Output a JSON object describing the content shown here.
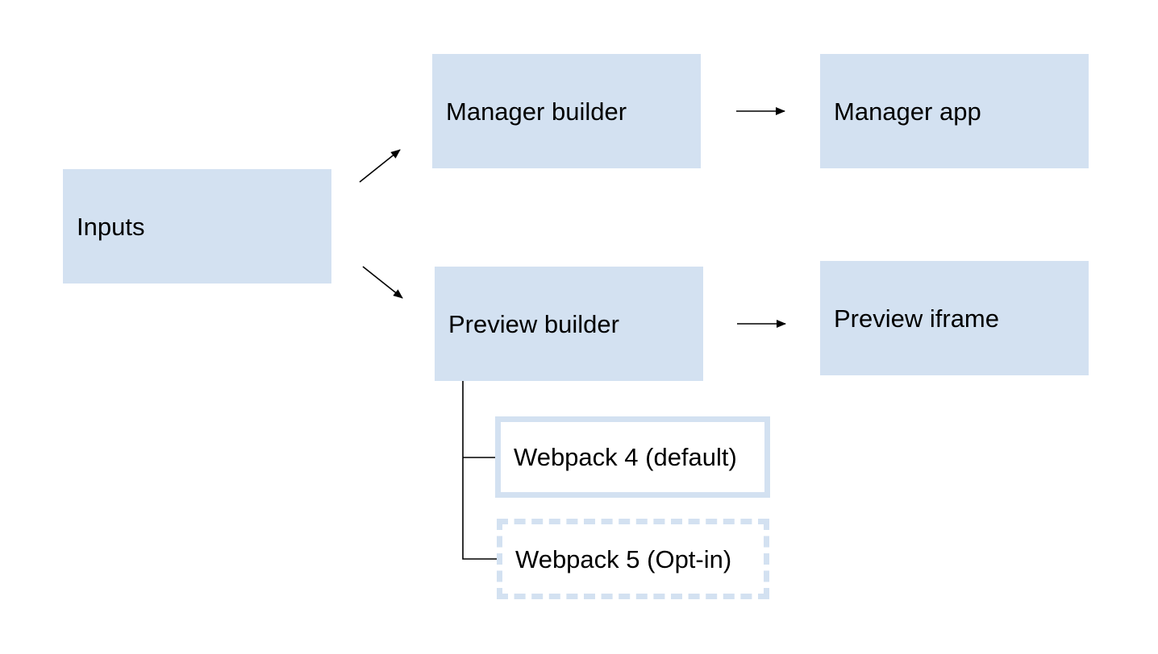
{
  "nodes": {
    "inputs": "Inputs",
    "manager_builder": "Manager builder",
    "manager_app": "Manager app",
    "preview_builder": "Preview builder",
    "preview_iframe": "Preview iframe",
    "webpack4": "Webpack 4 (default)",
    "webpack5": "Webpack 5 (Opt-in)"
  },
  "colors": {
    "box_fill": "#d3e1f1",
    "line": "#000000"
  }
}
